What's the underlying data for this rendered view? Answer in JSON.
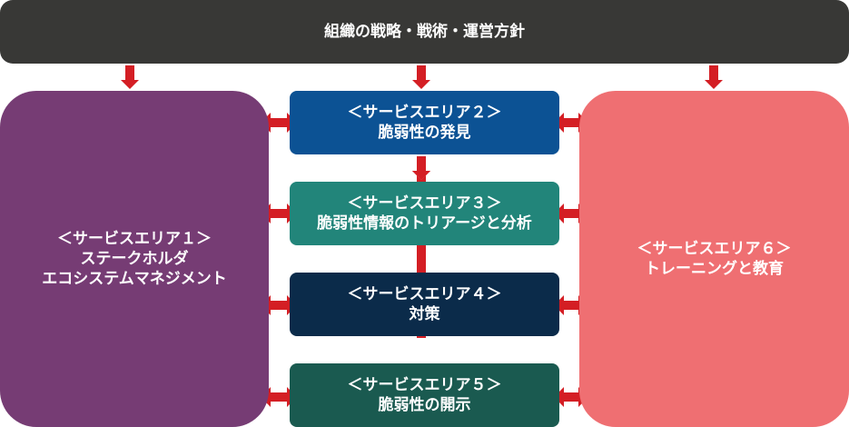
{
  "top": {
    "title": "組織の戦略・戦術・運営方針"
  },
  "areas": [
    {
      "heading": "＜サービスエリア１＞",
      "lines": [
        "ステークホルダ",
        "エコシステムマネジメント"
      ]
    },
    {
      "heading": "＜サービスエリア２＞",
      "lines": [
        "脆弱性の発見"
      ]
    },
    {
      "heading": "＜サービスエリア３＞",
      "lines": [
        "脆弱性情報のトリアージと分析"
      ]
    },
    {
      "heading": "＜サービスエリア４＞",
      "lines": [
        "対策"
      ]
    },
    {
      "heading": "＜サービスエリア５＞",
      "lines": [
        "脆弱性の開示"
      ]
    },
    {
      "heading": "＜サービスエリア６＞",
      "lines": [
        "トレーニングと教育"
      ]
    }
  ],
  "colors": {
    "arrow": "#d41e24"
  }
}
